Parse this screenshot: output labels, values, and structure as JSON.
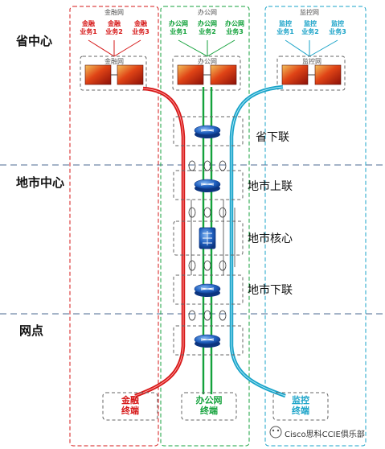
{
  "colors": {
    "finance": "#d61818",
    "office": "#14a23c",
    "monitor": "#1aa3c8",
    "divider": "#6f88a8"
  },
  "levels": [
    "省中心",
    "地市中心",
    "网点"
  ],
  "columns": [
    {
      "header": "金融网",
      "services": [
        {
          "line1": "金融",
          "line2": "业务1"
        },
        {
          "line1": "金融",
          "line2": "业务2"
        },
        {
          "line1": "金融",
          "line2": "业务3"
        }
      ],
      "firewall_label": "金融网",
      "terminal": {
        "line1": "金融",
        "line2": "终端"
      }
    },
    {
      "header": "办公网",
      "services": [
        {
          "line1": "办公网",
          "line2": "业务1"
        },
        {
          "line1": "办公网",
          "line2": "业务2"
        },
        {
          "line1": "办公网",
          "line2": "业务3"
        }
      ],
      "firewall_label": "办公网",
      "terminal": {
        "line1": "办公网",
        "line2": "终端"
      }
    },
    {
      "header": "监控网",
      "services": [
        {
          "line1": "监控",
          "line2": "业务1"
        },
        {
          "line1": "监控",
          "line2": "业务2"
        },
        {
          "line1": "监控",
          "line2": "业务3"
        }
      ],
      "firewall_label": "监控网",
      "terminal": {
        "line1": "监控",
        "line2": "终端"
      }
    }
  ],
  "nodes": [
    "省下联",
    "地市上联",
    "地市核心",
    "地市下联"
  ],
  "watermark": "Cisco思科CCIE俱乐部"
}
